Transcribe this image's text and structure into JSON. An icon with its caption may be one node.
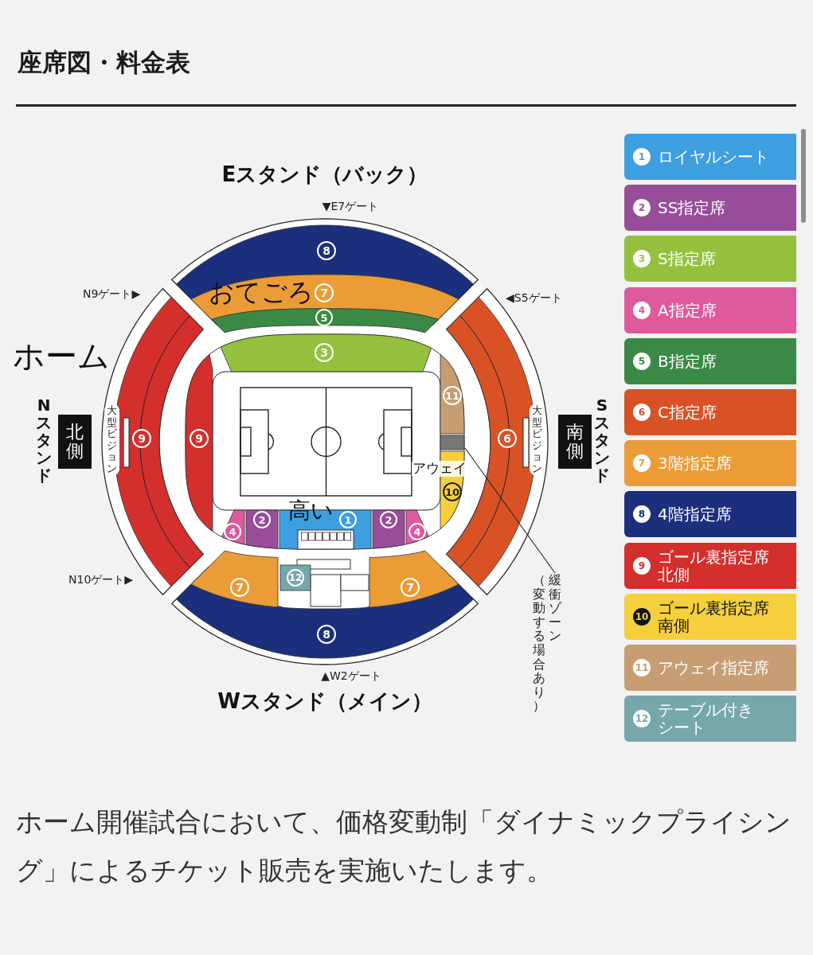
{
  "diagram": {
    "title": "座席図・料金表",
    "caption": "ホーム開催試合において、価格変動制「ダイナミックプライシング」によるチケット販売を実施いたします。",
    "nodes": [
      {
        "text": [
          "8"
        ]
      },
      {
        "text": [
          "7"
        ]
      },
      {
        "text": [
          "5"
        ]
      },
      {
        "text": [
          "3"
        ]
      },
      {
        "text": [
          "11"
        ]
      },
      {
        "text": [
          "北側"
        ],
        "beside": [
          "Nスタンド"
        ]
      },
      {
        "text": [
          "9"
        ]
      },
      {
        "text": [
          "9"
        ]
      },
      {
        "text": [
          "6"
        ]
      },
      {
        "text": [
          "南側"
        ],
        "beside": [
          "Sスタンド"
        ]
      },
      {
        "text": [],
        "shape": "box"
      },
      {
        "text": [
          "10"
        ]
      },
      {
        "text": [
          "4"
        ]
      },
      {
        "text": [
          "2"
        ]
      },
      {
        "text": [
          "1"
        ]
      },
      {
        "text": [
          "2"
        ]
      },
      {
        "text": [
          "4"
        ]
      },
      {
        "text": [
          "12"
        ]
      },
      {
        "text": [
          "7"
        ]
      },
      {
        "text": [
          "7"
        ]
      },
      {
        "text": [
          "緩衝ゾーン"
        ],
        "beside": [
          "（変動する場合あり）"
        ]
      },
      {
        "text": [
          "8"
        ]
      }
    ],
    "edges": [
      {
        "from": 20,
        "to": 10,
        "arrow": "none"
      }
    ],
    "labels": [
      "Eスタンド（バック）",
      "▼E7ゲート",
      "N9ゲート▶",
      "◀S5ゲート",
      "おてごろ",
      "ホーム",
      "大型ビジョン",
      "大型ビジョン",
      "アウェイ",
      "高い",
      "N10ゲート▶",
      "▲W2ゲート",
      "Wスタンド（メイン）",
      "1",
      "2",
      "3",
      "4",
      "5",
      "6",
      "7",
      "8",
      "9",
      "10",
      "11",
      "12"
    ],
    "legend": [
      {
        "text": "ロイヤルシート",
        "color": "#3d9fe0"
      },
      {
        "text": "SS指定席",
        "color": "#984d9b"
      },
      {
        "text": "S指定席",
        "color": "#95c13f"
      },
      {
        "text": "A指定席",
        "color": "#de5a9d"
      },
      {
        "text": "B指定席",
        "color": "#3a8a45"
      },
      {
        "text": "C指定席",
        "color": "#d85226"
      },
      {
        "text": "3階指定席",
        "color": "#eb9c36"
      },
      {
        "text": "4階指定席",
        "color": "#1b2f7d"
      },
      {
        "text": "ゴール裏指定席北側",
        "color": "#d22f2d"
      },
      {
        "text": "ゴール裏指定席南側",
        "color": "#f6cf3e"
      },
      {
        "text": "アウェイ指定席",
        "color": "#c79e74"
      },
      {
        "text": "テーブル付きシート",
        "color": "#76a7ab"
      }
    ]
  }
}
